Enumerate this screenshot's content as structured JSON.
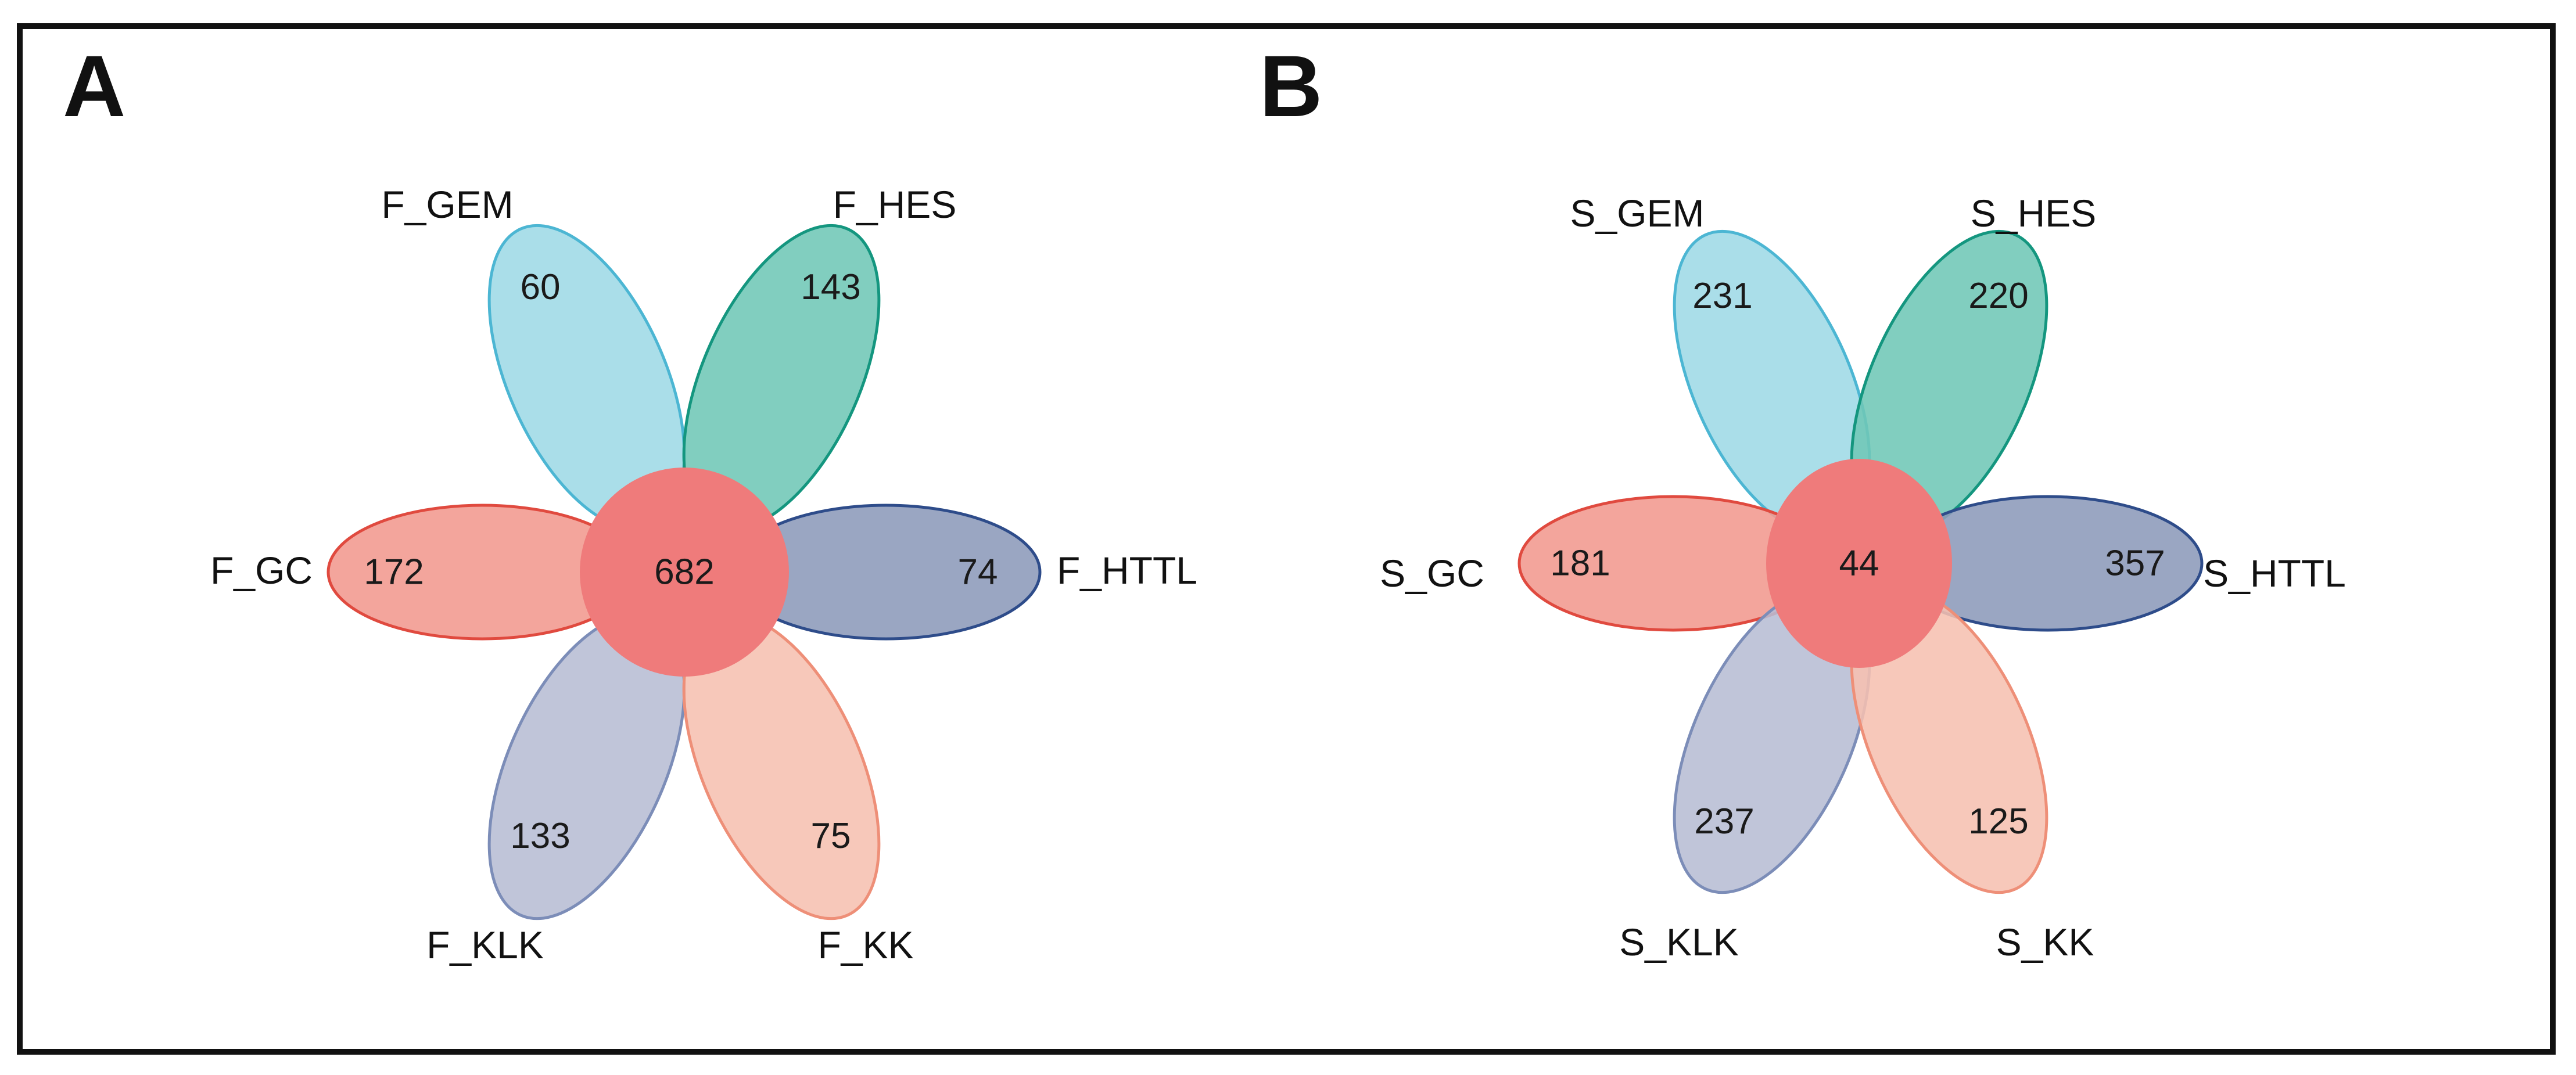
{
  "panels": [
    {
      "letter": "A",
      "core_count": "682",
      "petals": [
        {
          "set": "F_GEM",
          "count": "60",
          "fill": "#9ed9e6",
          "stroke": "#4cb6d3"
        },
        {
          "set": "F_HES",
          "count": "143",
          "fill": "#6fc7b6",
          "stroke": "#14967f"
        },
        {
          "set": "F_GC",
          "count": "172",
          "fill": "#f29b91",
          "stroke": "#e04a3f"
        },
        {
          "set": "F_HTTL",
          "count": "74",
          "fill": "#8f9cbb",
          "stroke": "#2e4c8a"
        },
        {
          "set": "F_KLK",
          "count": "133",
          "fill": "#b7bdd4",
          "stroke": "#7c8db8"
        },
        {
          "set": "F_KK",
          "count": "75",
          "fill": "#f6c0b0",
          "stroke": "#ee8f78"
        }
      ]
    },
    {
      "letter": "B",
      "core_count": "44",
      "petals": [
        {
          "set": "S_GEM",
          "count": "231",
          "fill": "#9ed9e6",
          "stroke": "#4cb6d3"
        },
        {
          "set": "S_HES",
          "count": "220",
          "fill": "#6fc7b6",
          "stroke": "#14967f"
        },
        {
          "set": "S_GC",
          "count": "181",
          "fill": "#f29b91",
          "stroke": "#e04a3f"
        },
        {
          "set": "S_HTTL",
          "count": "357",
          "fill": "#8f9cbb",
          "stroke": "#2e4c8a"
        },
        {
          "set": "S_KLK",
          "count": "237",
          "fill": "#b7bdd4",
          "stroke": "#7c8db8"
        },
        {
          "set": "S_KK",
          "count": "125",
          "fill": "#f6c0b0",
          "stroke": "#ee8f78"
        }
      ]
    }
  ],
  "core_color": "#ef7b7b",
  "border_color": "#111111"
}
